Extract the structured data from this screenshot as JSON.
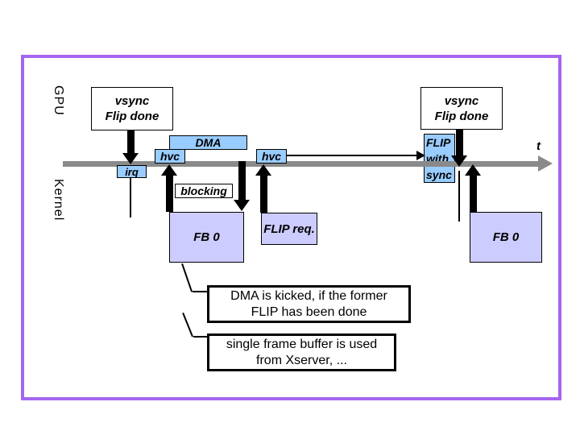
{
  "slide": {
    "border_color": "#a566ee",
    "background": "#ffffff"
  },
  "colors": {
    "process_blue": "#99ccff",
    "buffer_lavender": "#ccccff",
    "timeline_gray": "#8a8a8a",
    "arrow_black": "#000000"
  },
  "lanes": {
    "gpu": "GPU",
    "kernel": "Kernel"
  },
  "timeline": {
    "t_label": "t"
  },
  "gpu_row": {
    "vsync1": "vsync\nFlip done",
    "vsync2": "vsync\nFlip done",
    "dma": "DMA",
    "hvc1": "hvc",
    "hvc2": "hvc",
    "flip_with_sync": "FLIP\nwith\nsync"
  },
  "kernel_row": {
    "irq": "irq",
    "blocking": "blocking",
    "fb0_1": "FB 0",
    "flip_req": "FLIP req.",
    "fb0_2": "FB 0"
  },
  "callouts": {
    "dma_kicked": "DMA is kicked, if the former\nFLIP has been done",
    "single_buffer": "single frame buffer is used\nfrom Xserver, ..."
  }
}
